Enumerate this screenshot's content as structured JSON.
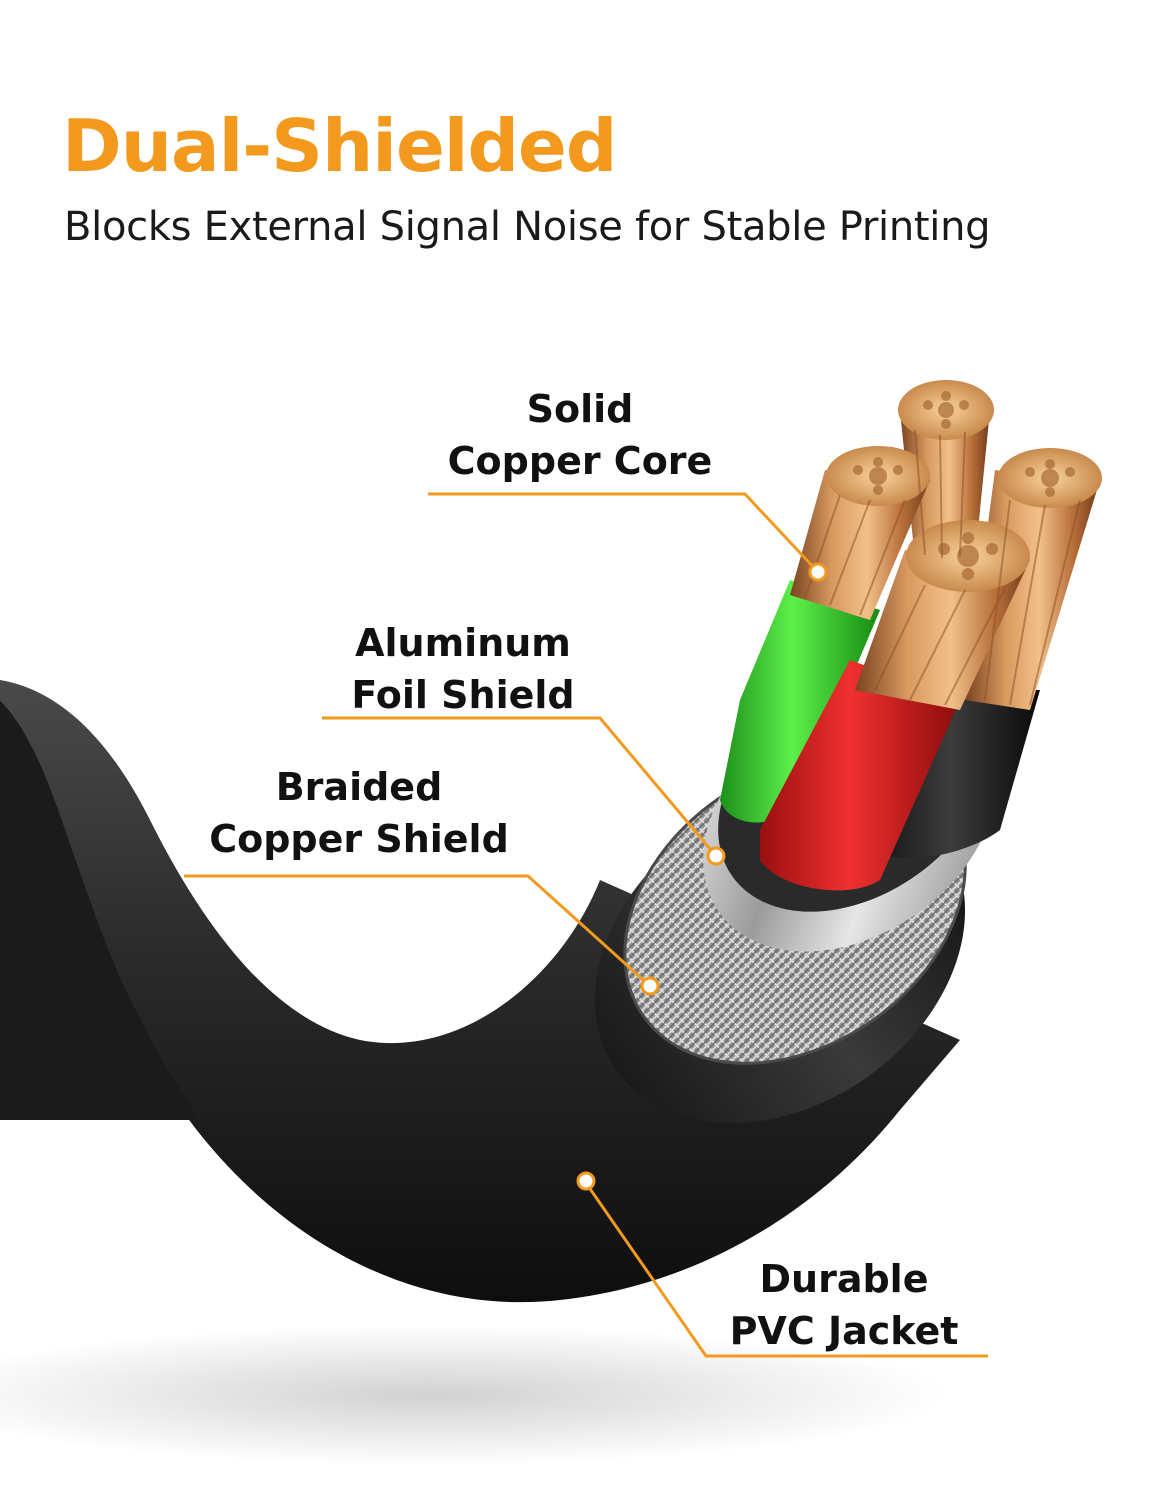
{
  "headline": "Dual-Shielded",
  "subheadline": "Blocks External Signal Noise for Stable Printing",
  "accent_color": "#F39A1E",
  "callouts": {
    "core": {
      "line1": "Solid",
      "line2": "Copper Core"
    },
    "foil": {
      "line1": "Aluminum",
      "line2": "Foil Shield"
    },
    "braid": {
      "line1": "Braided",
      "line2": "Copper Shield"
    },
    "jacket": {
      "line1": "Durable",
      "line2": "PVC Jacket"
    }
  },
  "wire_colors": {
    "green": "#39D12E",
    "red": "#E01E1E",
    "black": "#1c1c1c",
    "copper": "#C9834A"
  }
}
